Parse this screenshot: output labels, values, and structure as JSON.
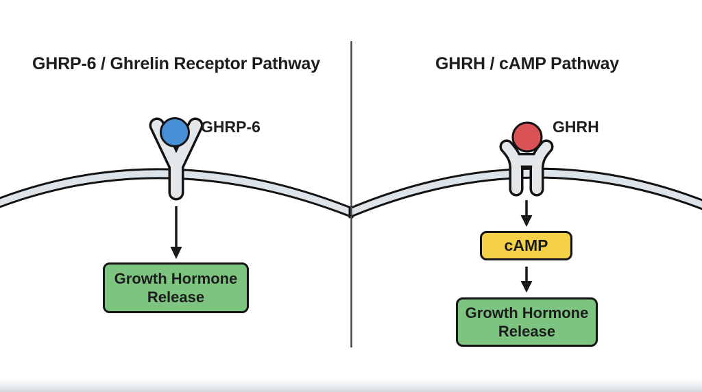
{
  "diagram": {
    "panels": [
      {
        "title": "GHRP-6 / Ghrelin Receptor Pathway",
        "ligand": {
          "label": "GHRP-6",
          "color": "#478fd6"
        },
        "receptor": "ghrelin-receptor-y-shape",
        "steps": [
          {
            "label": "Growth Hormone Release",
            "color": "#7cc47f"
          }
        ]
      },
      {
        "title": "GHRH / cAMP Pathway",
        "ligand": {
          "label": "GHRH",
          "color": "#d95355"
        },
        "receptor": "ghrh-receptor-cup-shape",
        "steps": [
          {
            "label": "cAMP",
            "color": "#f4d147"
          },
          {
            "label": "Growth Hormone Release",
            "color": "#7cc47f"
          }
        ]
      }
    ],
    "colors": {
      "background": "#ffffff",
      "membrane_fill": "#dce3e9",
      "receptor_fill": "#e3e7ea",
      "outline": "#131313",
      "divider_line": "#484848",
      "arrow": "#1a1a1a"
    }
  }
}
